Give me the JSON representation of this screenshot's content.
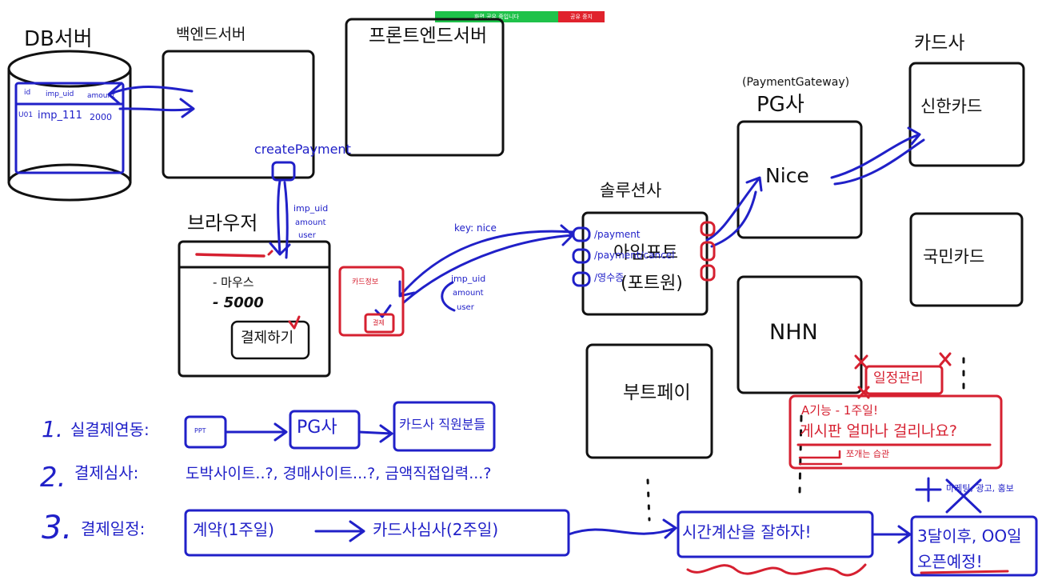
{
  "share_bar": {
    "status": "화면 공유 중입니다",
    "stop": "공유 중지"
  },
  "labels": {
    "db_server": "DB서버",
    "backend_server": "백엔드서버",
    "frontend_server": "프론트엔드서버",
    "card_company": "카드사",
    "pg_full": "(PaymentGateway)",
    "pg": "PG사",
    "shinhan": "신한카드",
    "kookmin": "국민카드",
    "nice": "Nice",
    "nhn": "NHN",
    "bootpay": "부트페이",
    "solution": "솔루션사",
    "iamport_1": "아임포트",
    "iamport_2": "(포트원)",
    "browser": "브라우저",
    "create_payment": "createPayment",
    "key_nice": "key: nice",
    "card_info": "카드정보",
    "card_pay": "결제",
    "mouse": "- 마우스",
    "price": "- 5000",
    "pay_button": "결제하기"
  },
  "db_table": {
    "headers": [
      "id",
      "imp_uid",
      "amount"
    ],
    "row": [
      "U01",
      "imp_111",
      "2000"
    ]
  },
  "params_browser": [
    "imp_uid",
    "amount",
    "user"
  ],
  "params_solution": [
    "imp_uid",
    "amount",
    "user"
  ],
  "endpoints": [
    "/payment",
    "/payment/cancel",
    "/영수증"
  ],
  "steps": {
    "step1_num": "1.",
    "step1_label": "실결제연동:",
    "step1_ppt": "PPT",
    "step1_pg": "PG사",
    "step1_staff": "카드사 직원분들",
    "step2_num": "2.",
    "step2_label": "결제심사:",
    "step2_text": "도박사이트..?, 경매사이트...?, 금액직접입력...?",
    "step3_num": "3.",
    "step3_label": "결제일정:",
    "step3_contract": "계약(1주일)",
    "step3_review": "카드사심사(2주일)",
    "time_calc": "시간계산을 잘하자!",
    "after": "3달이후, OO일 오픈예정!",
    "marketing": "마케팅, 광고, 홍보"
  },
  "schedule": {
    "title": "일정관리",
    "line1": "A기능 - 1주일!",
    "line2": "게시판 얼마나 걸리나요?",
    "line3": "쪼개는 습관"
  },
  "colors": {
    "ink_blue": "#2020c8",
    "ink_red": "#d62030",
    "ink_black": "#111111"
  }
}
